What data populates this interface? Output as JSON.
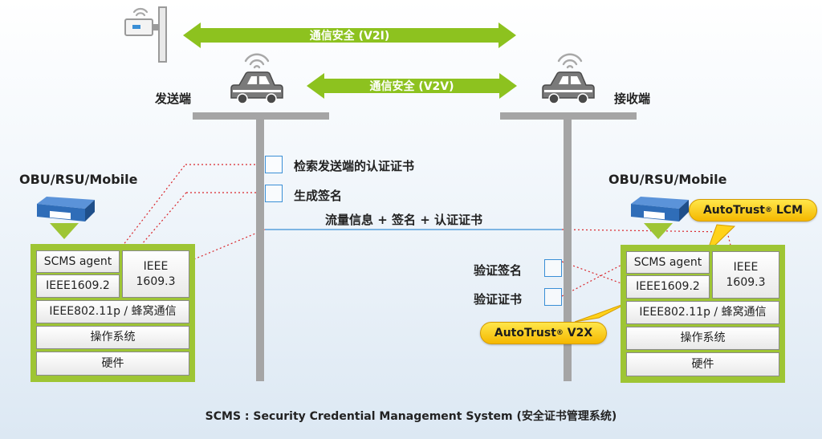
{
  "arrows": {
    "v2i_label": "通信安全 (V2I)",
    "v2v_label": "通信安全 (V2V)"
  },
  "sender": {
    "title": "发送端",
    "device_title": "OBU/RSU/Mobile",
    "stack": {
      "scms_agent": "SCMS agent",
      "ieee1609_2": "IEEE1609.2",
      "ieee1609_3_line1": "IEEE",
      "ieee1609_3_line2": "1609.3",
      "ieee80211p": "IEEE802.11p / 蜂窝通信",
      "os": "操作系统",
      "hardware": "硬件"
    },
    "steps": [
      "检索发送端的认证证书",
      "生成签名"
    ]
  },
  "message_label": "流量信息 + 签名 + 认证证书",
  "receiver": {
    "title": "接收端",
    "device_title": "OBU/RSU/Mobile",
    "stack": {
      "scms_agent": "SCMS agent",
      "ieee1609_2": "IEEE1609.2",
      "ieee1609_3_line1": "IEEE",
      "ieee1609_3_line2": "1609.3",
      "ieee80211p": "IEEE802.11p / 蜂窝通信",
      "os": "操作系统",
      "hardware": "硬件"
    },
    "steps": [
      "验证签名",
      "验证证书"
    ]
  },
  "badges": {
    "lcm_name": "AutoTrust",
    "lcm_suffix": " LCM",
    "v2x_name": "AutoTrust",
    "v2x_suffix": " V2X",
    "registered": "®"
  },
  "footer": "SCMS : Security Credential Management System (安全证书管理系统)",
  "colors": {
    "arrow_green": "#8dc21f",
    "stack_green": "#9ec534",
    "pole_gray": "#a5a5a5",
    "badge_yellow": "#ffd21a",
    "dotted_red": "#d9262b",
    "message_blue": "#3a8fd6"
  },
  "icons": [
    "roadside-unit-icon",
    "wifi-signal-icon",
    "car-icon",
    "obu-device-icon"
  ]
}
